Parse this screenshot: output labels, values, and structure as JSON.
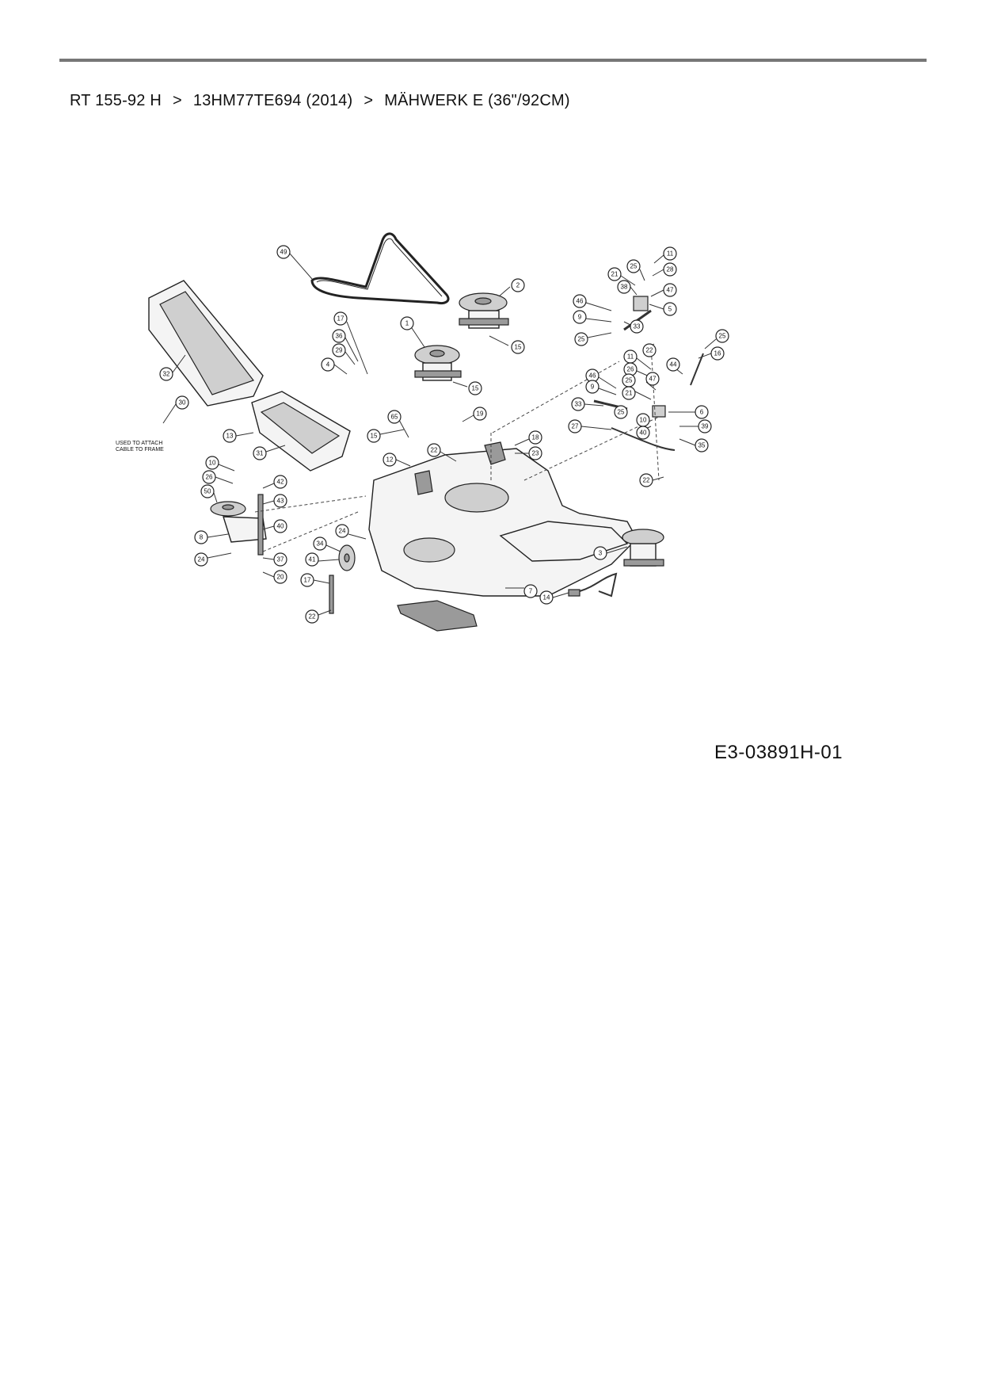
{
  "breadcrumb": {
    "model": "RT 155-92 H",
    "sep1": ">",
    "article": "13HM77TE694 (2014)",
    "sep2": ">",
    "section": "MÄHWERK E (36\"/92CM)"
  },
  "diagram": {
    "drawing_number": "E3-03891H-01",
    "note_line1": "USED TO ATTACH",
    "note_line2": "CABLE TO FRAME",
    "callouts": {
      "belt": "49",
      "spindle_top": "2",
      "spindle_center": "1",
      "spindle_right": "3",
      "screw_spindle_top": "15",
      "screw_spindle_center": "15",
      "bracket_left_top": "17",
      "bracket_left_a": "36",
      "bracket_left_b": "29",
      "bracket_left_c": "4",
      "chute_upper": "32",
      "chute_lower": "31",
      "chute_screw": "13",
      "cable_clip": "30",
      "idler_a": "10",
      "idler_b": "26",
      "idler_pulley": "50",
      "idler_arm": "8",
      "idler_nut": "24",
      "bolt_a": "42",
      "bolt_b": "43",
      "bolt_c": "40",
      "bolt_d": "37",
      "bolt_e": "20",
      "gauge_wheel": "34",
      "gauge_bolt": "41",
      "gauge_stud": "17",
      "gauge_nut": "22",
      "deck_nut": "24",
      "deck": "7",
      "bracket_mid_a": "65",
      "bracket_mid_b": "15",
      "deck_screw_a": "22",
      "deck_screw_b": "12",
      "post_a": "19",
      "post_b": "18",
      "post_c": "23",
      "cable": "14",
      "top_a": "11",
      "top_b": "25",
      "top_c": "28",
      "top_d": "21",
      "top_e": "38",
      "top_f": "47",
      "top_g": "5",
      "top_h": "46",
      "top_i": "9",
      "top_j": "33",
      "top_k": "25",
      "top_l": "22",
      "top_m": "25",
      "top_n": "16",
      "top_o": "44",
      "mid_a": "11",
      "mid_b": "26",
      "mid_c": "46",
      "mid_d": "9",
      "mid_e": "25",
      "mid_f": "47",
      "mid_g": "21",
      "mid_h": "33",
      "mid_i": "25",
      "mid_j": "10",
      "mid_k": "27",
      "mid_l": "40",
      "mid_m": "6",
      "mid_n": "39",
      "mid_o": "35",
      "mid_p": "22"
    }
  }
}
